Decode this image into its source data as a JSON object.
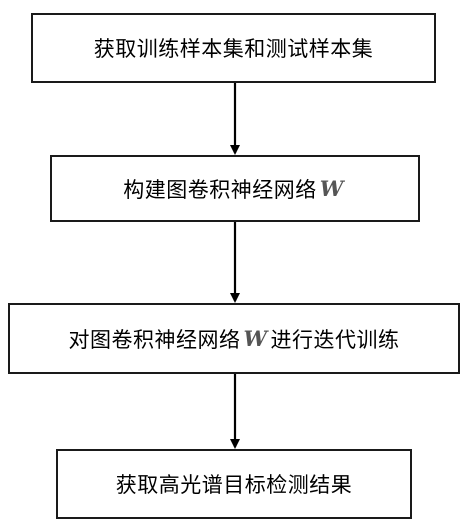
{
  "flowchart": {
    "steps": [
      {
        "text": "获取训练样本集和测试样本集"
      },
      {
        "text_before": "构建图卷积神经网络",
        "variable": "W",
        "text_after": ""
      },
      {
        "text_before": "对图卷积神经网络",
        "variable": "W",
        "text_after": "进行迭代训练"
      },
      {
        "text": "获取高光谱目标检测结果"
      }
    ],
    "colors": {
      "border": "#1a1a1a",
      "arrow": "#000000",
      "variable": "#555555"
    }
  }
}
